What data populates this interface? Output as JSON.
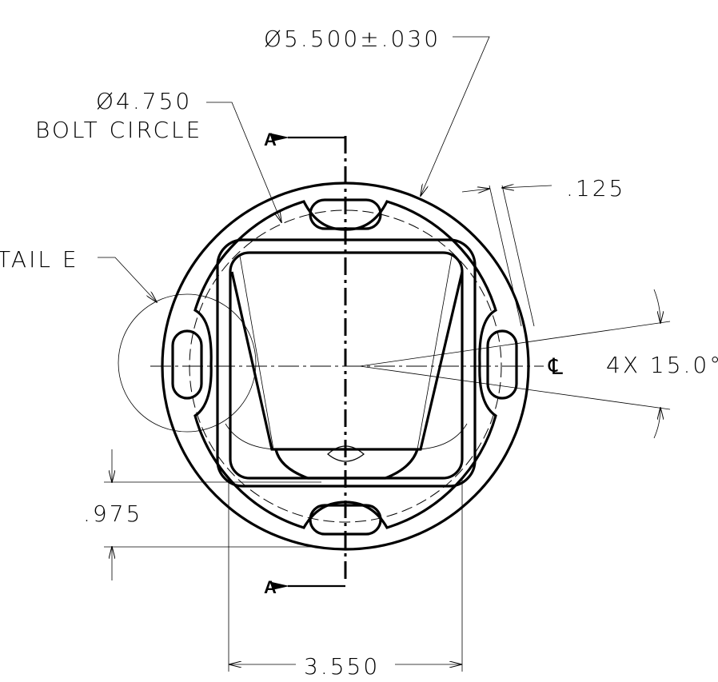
{
  "dimensions": {
    "outer_diameter": "Ø5.500±.030",
    "bolt_circle_diameter": "Ø4.750",
    "bolt_circle_label": "BOLT CIRCLE",
    "detail_label": "TAIL  E",
    "rim_width": ".125",
    "centerline_symbol": "℄",
    "angle_label": "4X 15.0°",
    "slot_offset": ".975",
    "pocket_width": "3.550"
  },
  "section_marks": {
    "top": "A",
    "bottom": "A"
  }
}
